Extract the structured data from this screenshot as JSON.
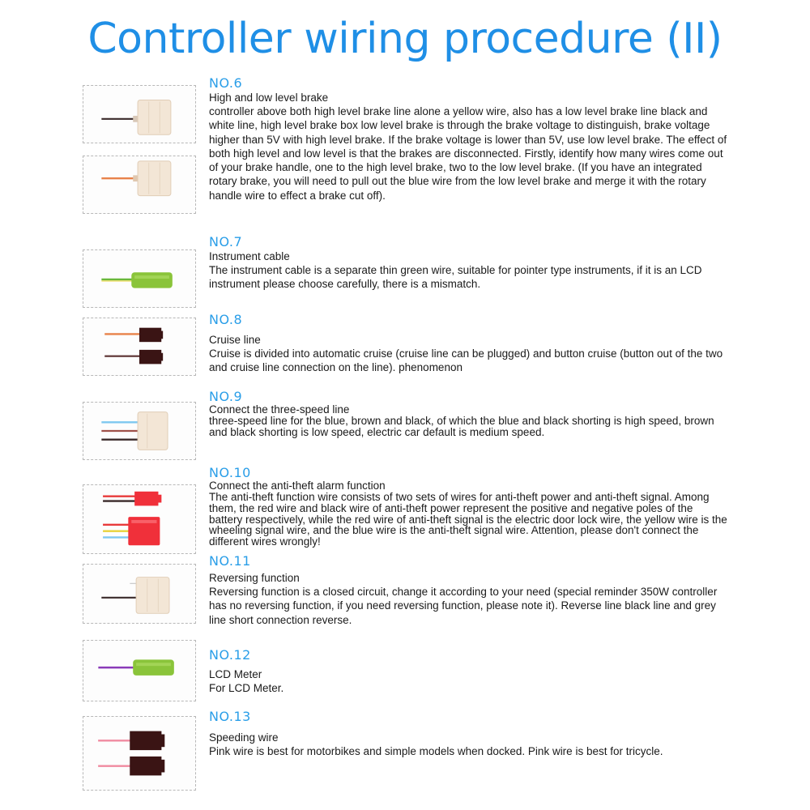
{
  "title": "Controller wiring procedure (II)",
  "sections": [
    {
      "num": "NO.6",
      "subtitle": "High and low level brake",
      "text": "controller above both high level brake line alone a yellow wire, also has a low level brake line black and white line, high level brake box low level brake is through the brake voltage to distinguish, brake voltage higher than 5V with high level brake. If the brake voltage is lower than 5V, use low level brake. The effect of both high level and low level is that the brakes are disconnected. Firstly, identify how many wires come out of your brake handle, one to the high level brake, two to the low level brake. (If you have an integrated rotary brake, you will need to pull out the blue wire from the low level brake and merge it with the rotary handle wire to effect a brake cut off)."
    },
    {
      "num": "NO.7",
      "subtitle": "Instrument cable",
      "text": "The instrument cable is a separate thin green wire, suitable for pointer type instruments, if it is an LCD instrument please choose carefully, there is a mismatch."
    },
    {
      "num": "NO.8",
      "subtitle": "Cruise line",
      "text": "Cruise is divided into automatic cruise (cruise line can be plugged) and button cruise (button out of the two and cruise line connection on the line). phenomenon"
    },
    {
      "num": "NO.9",
      "subtitle": "Connect the three-speed line",
      "text": "three-speed line for the blue, brown and black, of which the blue and black shorting is high speed, brown and black shorting is low speed, electric car default is medium speed."
    },
    {
      "num": "NO.10",
      "subtitle": "Connect the anti-theft alarm function",
      "text": "The anti-theft function wire consists of two sets of wires for anti-theft power and anti-theft signal. Among them, the red wire and black wire of anti-theft power represent the positive and negative poles of the battery respectively, while the red wire of anti-theft signal is the electric door lock wire, the yellow wire is the wheeling signal wire, and the blue wire is the anti-theft signal wire. Attention, please don't connect the different wires wrongly!"
    },
    {
      "num": "NO.11",
      "subtitle": "Reversing function",
      "text": "Reversing function is a closed circuit, change it according to your need (special reminder 350W controller has no reversing function, if you need reversing function, please note it). Reverse line black line and grey line short connection reverse."
    },
    {
      "num": "NO.12",
      "subtitle": "LCD Meter",
      "text": "For LCD Meter."
    },
    {
      "num": "NO.13",
      "subtitle": "Speeding wire",
      "text": "Pink wire is best for motorbikes and simple models when docked. Pink wire is best for tricycle."
    }
  ],
  "colors": {
    "title": "#1f8fe6",
    "section_number": "#2a9ee8",
    "wire_black": "#3a2a2a",
    "wire_orange": "#e8824a",
    "wire_green": "#6ab83a",
    "wire_yellow": "#e8d23a",
    "wire_blue": "#7ec8f0",
    "wire_red": "#e83a3a",
    "wire_purple": "#8a3ab8",
    "wire_pink": "#f08aa0",
    "connector_red": "#f0303a",
    "connector_dark": "#3a1414",
    "connector_clear": "#f3e6d6",
    "connector_green": "#8ac43a"
  },
  "thumbnail_icons": [
    "white-connector-black-wire-icon",
    "white-connector-orange-wire-icon",
    "green-connector-icon",
    "cruise-connector-icon",
    "three-speed-connector-icon",
    "anti-theft-connector-icon",
    "reversing-connector-icon",
    "lcd-meter-connector-icon",
    "speeding-connector-icon"
  ]
}
